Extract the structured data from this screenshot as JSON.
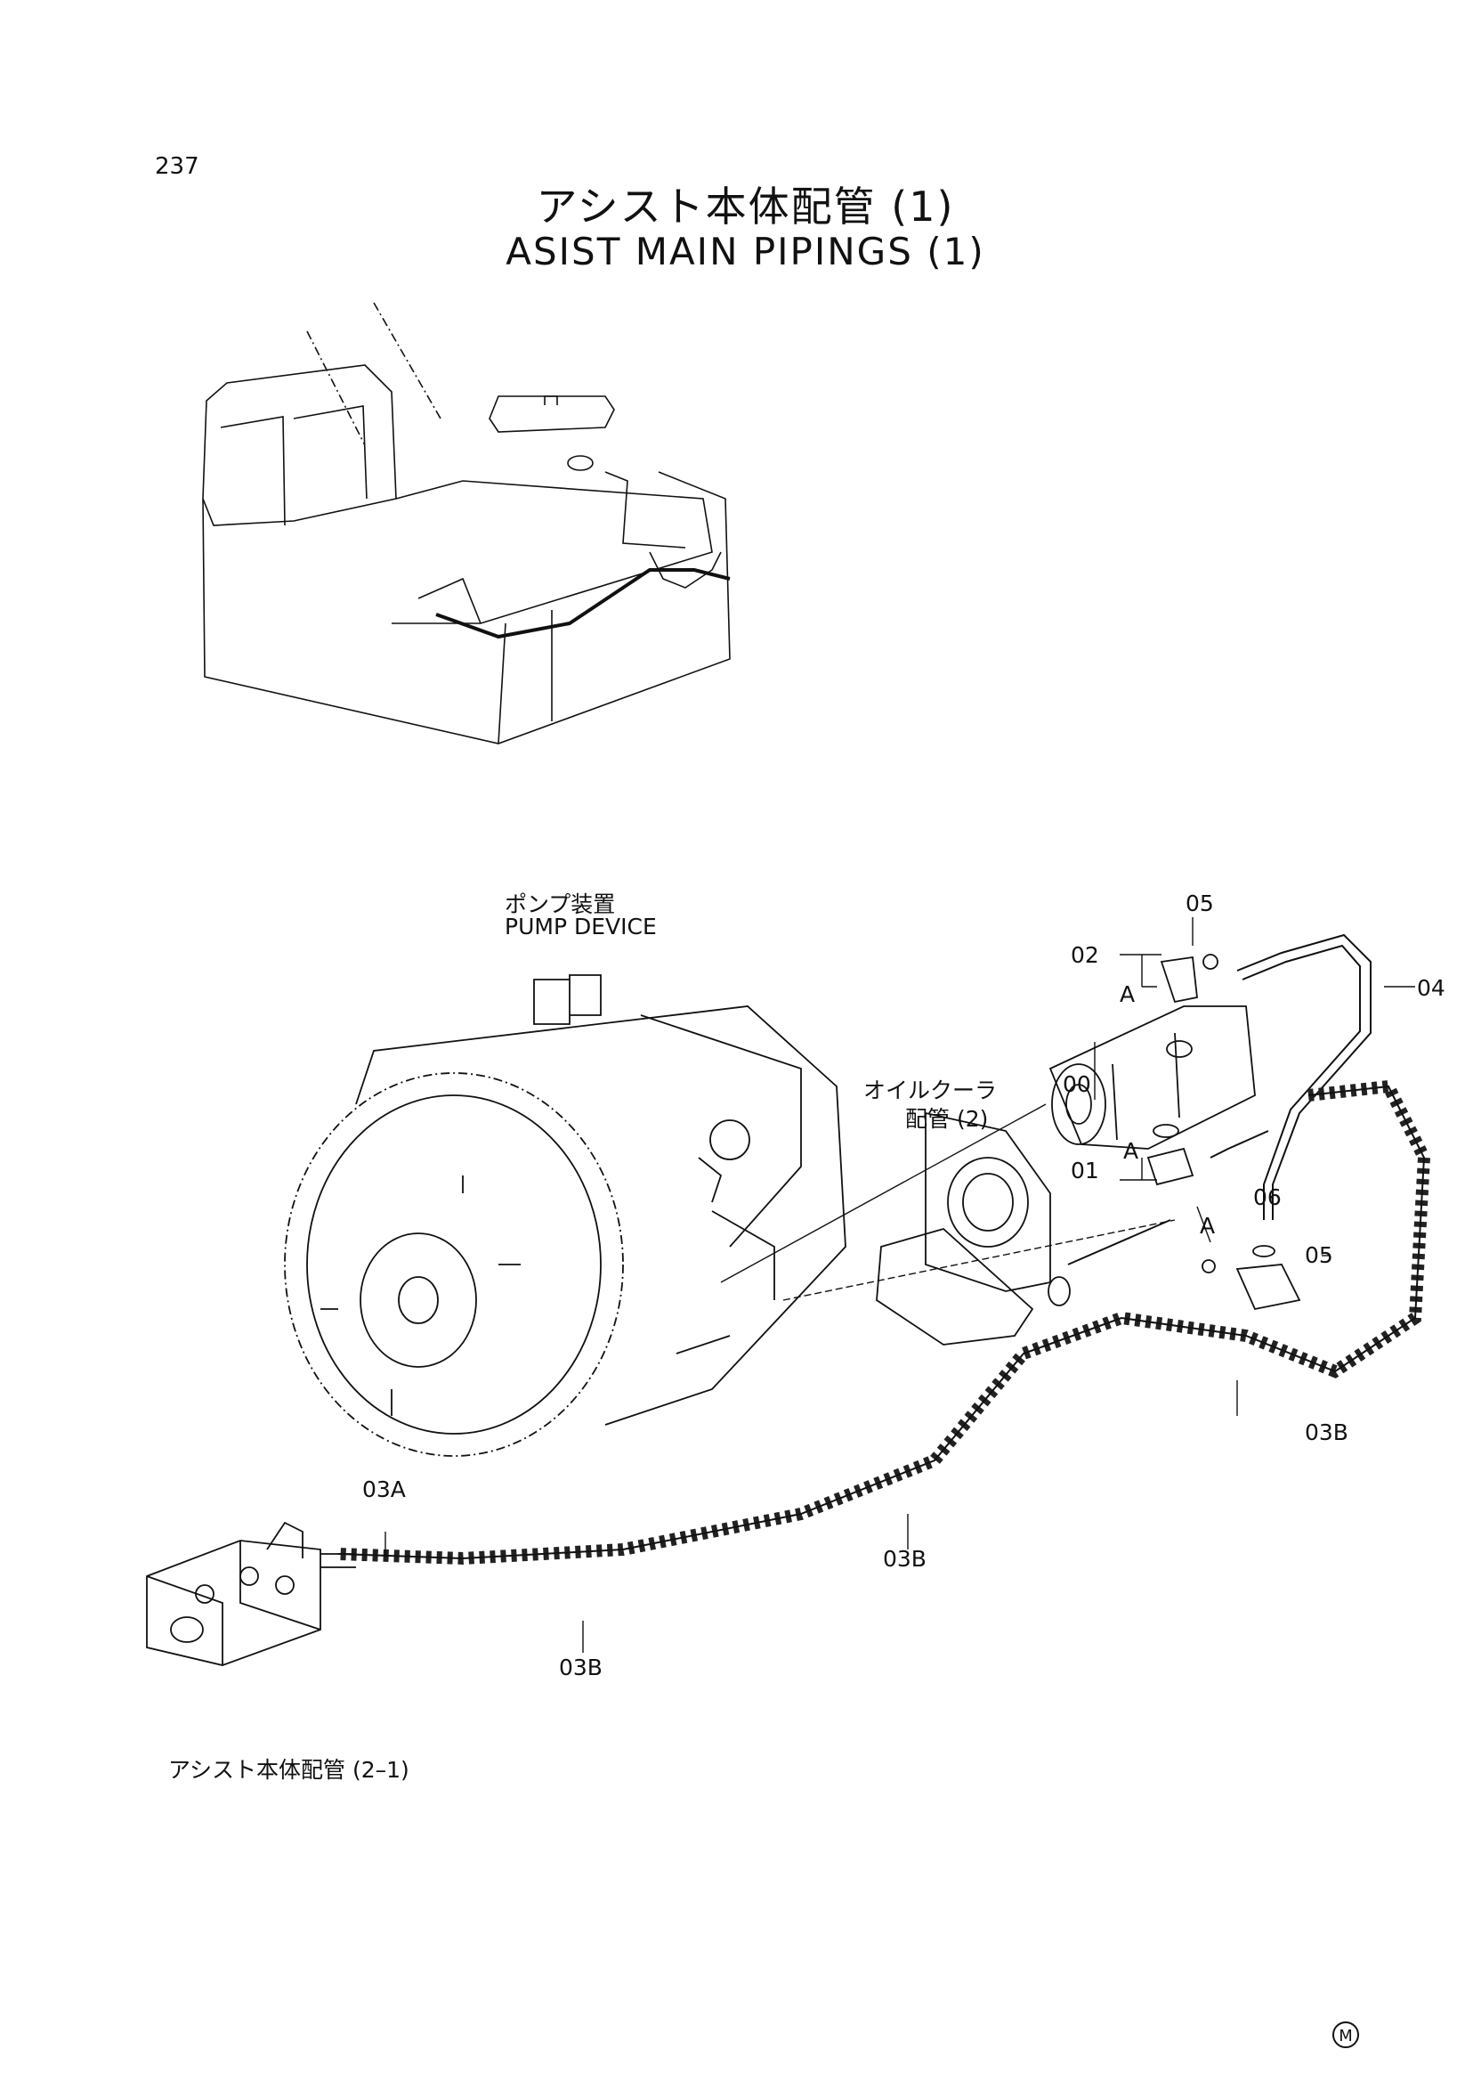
{
  "page": {
    "number": "237",
    "title_jp": "アシスト本体配管 (1)",
    "title_en": "ASIST MAIN PIPINGS (1)"
  },
  "labels": {
    "pump_jp": "ポンプ装置",
    "pump_en": "PUMP DEVICE",
    "oil_cooler_jp": "オイルクーラ",
    "oil_cooler_ref": "配管 (2)",
    "assist_ref": "アシスト本体配管 (2–1)"
  },
  "callouts": {
    "p00": "00",
    "p01": "01",
    "p02": "02",
    "p03a": "03A",
    "p03b_1": "03B",
    "p03b_2": "03B",
    "p03b_3": "03B",
    "p04": "04",
    "p05_top": "05",
    "p05_right": "05",
    "p06": "06",
    "a_top": "A",
    "a_mid": "A",
    "a_low": "A"
  },
  "footer": {
    "mark": "M"
  }
}
